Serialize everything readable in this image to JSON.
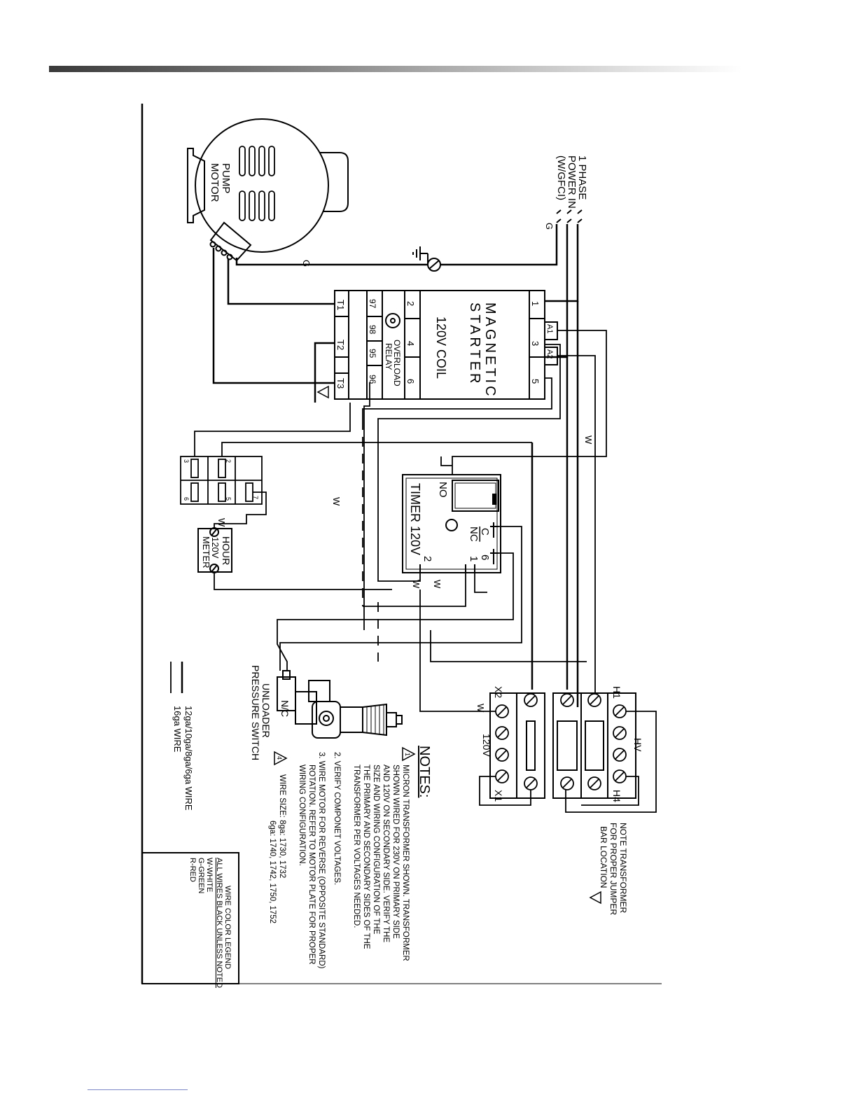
{
  "diagram": {
    "pump_motor": {
      "line1": "PUMP",
      "line2": "MOTOR"
    },
    "power_in": {
      "line1": "1 PHASE",
      "line2": "POWER IN",
      "line3": "(W/GFCI)"
    },
    "magnetic_starter": {
      "line1": "MAGNETIC",
      "line2": "STARTER",
      "coil": "120V COIL",
      "overload_line1": "OVERLOAD",
      "overload_line2": "RELAY",
      "terminals": [
        "1",
        "3",
        "5",
        "A1",
        "A2",
        "2",
        "4",
        "6",
        "97",
        "98",
        "95",
        "96",
        "T1",
        "T2",
        "T3"
      ]
    },
    "timer": {
      "label": "TIMER 120V",
      "contacts": {
        "no": "NO",
        "c": "C",
        "nc": "NC",
        "t1": "1",
        "t2": "2",
        "t6": "6"
      }
    },
    "switch_block": {
      "terminals": [
        "2",
        "3",
        "5",
        "6",
        "7"
      ]
    },
    "hour_meter": {
      "line1": "HOUR",
      "line2": "METER",
      "voltage": "120V"
    },
    "unloader": {
      "line1": "UNLOADER",
      "line2": "PRESSURE SWITCH",
      "nc": "N/C"
    },
    "transformer": {
      "h1": "H1",
      "h4": "H4",
      "hv": "HV",
      "x1": "X1",
      "x2": "X2",
      "v120": "120V",
      "note_line1": "NOTE TRANSFORMER",
      "note_line2": "FOR PROPER JUMPER",
      "note_line3": "BAR LOCATION"
    },
    "wire_labels": {
      "white": "W",
      "ground": "G"
    },
    "wire_key": {
      "heavy": "12ga/10ga/8ga/6ga WIRE",
      "light": "16ga WIRE"
    },
    "notes": {
      "heading": "NOTES:",
      "n1_lines": [
        "MICRON TRANSFORMER SHOWN. TRANSFORMER",
        "SHOWN WIRED FOR 230V ON PRIMARY SIDE",
        "AND 120V ON SECONDARY SIDE. VERIFY THE",
        "SIZE AND WIRING CONFIGURATION OF THE",
        "THE PRIMARY AND SECONDARY SIDES OF THE",
        "TRANSFORMER PER VOLTAGES NEEDED."
      ],
      "n2": "2.   VERIFY COMPONET VOLTAGES.",
      "n3_lines": [
        "3.   WIRE MOTOR FOR REVERSE (OPPOSITE STANDARD)",
        "ROTATION.  REFER TO MOTOR PLATE FOR PROPER",
        "WIRING CONFIGURATION."
      ],
      "n4_lines": [
        "WIRE SIZE:  8ga: 1730, 1732",
        "6ga: 1740, 1742, 1750, 1752"
      ],
      "markers": {
        "m1": "1",
        "m3": "3",
        "m4": "4"
      }
    },
    "legend": {
      "title": "WIRE COLOR LEGEND",
      "subtitle": "ALL WIRES BLACK UNLESS NOTED",
      "items": [
        "W-WHITE",
        "G-GREEN",
        "R-RED"
      ]
    }
  },
  "colors": {
    "ink": "#000000",
    "bar_dark": "#3a3a3a",
    "link_line": "#7a86c8"
  }
}
